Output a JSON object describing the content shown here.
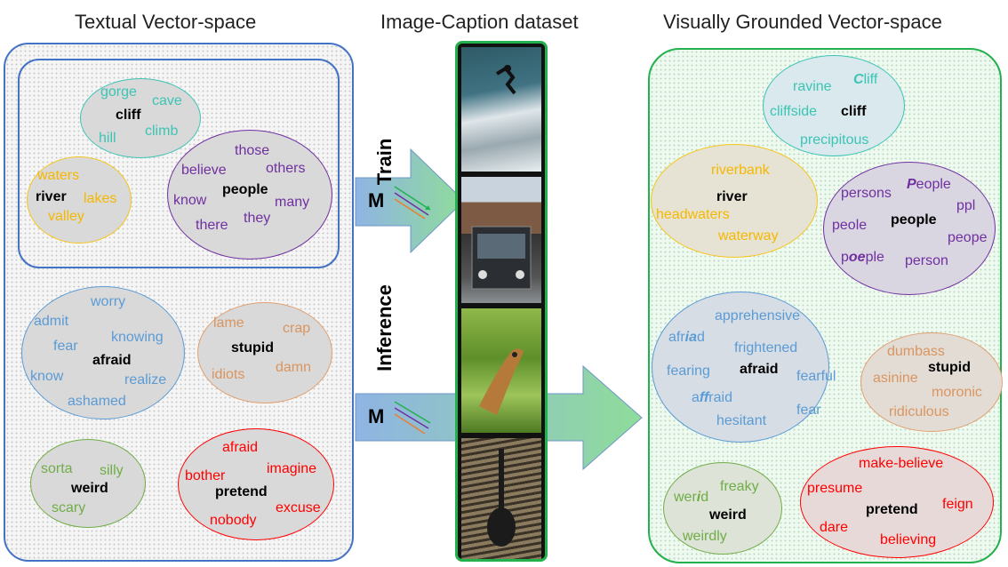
{
  "titles": {
    "left": "Textual Vector-space",
    "middle": "Image-Caption dataset",
    "right": "Visually Grounded Vector-space"
  },
  "arrows": {
    "train_label": "Train",
    "inference_label": "Inference",
    "model_label": "M"
  },
  "colors": {
    "blue_border": "#4472c4",
    "green_border": "#22b14c",
    "teal": "#3cc4b4",
    "orange": "#f5b800",
    "purple": "#7030a0",
    "blue": "#5b9bd5",
    "tan": "#d99560",
    "green": "#70ad47",
    "red": "#ff0000"
  },
  "textual": {
    "cliff": {
      "center": "cliff",
      "words": [
        "gorge",
        "cave",
        "hill",
        "climb"
      ]
    },
    "river": {
      "center": "river",
      "words": [
        "waters",
        "lakes",
        "valley"
      ]
    },
    "people": {
      "center": "people",
      "words": [
        "those",
        "believe",
        "others",
        "know",
        "many",
        "there",
        "they"
      ]
    },
    "afraid": {
      "center": "afraid",
      "words": [
        "worry",
        "admit",
        "fear",
        "knowing",
        "know",
        "realize",
        "ashamed"
      ]
    },
    "stupid": {
      "center": "stupid",
      "words": [
        "lame",
        "crap",
        "idiots",
        "damn"
      ]
    },
    "weird": {
      "center": "weird",
      "words": [
        "sorta",
        "silly",
        "scary"
      ]
    },
    "pretend": {
      "center": "pretend",
      "words": [
        "afraid",
        "bother",
        "imagine",
        "excuse",
        "nobody"
      ]
    }
  },
  "grounded": {
    "cliff": {
      "center": "cliff",
      "words": [
        "ravine",
        "cliffside",
        "precipitous"
      ],
      "cap_word": {
        "pre": "",
        "em": "C",
        "post": "liff"
      }
    },
    "river": {
      "center": "river",
      "words": [
        "riverbank",
        "headwaters",
        "waterway"
      ]
    },
    "people": {
      "center": "people",
      "words": [
        "persons",
        "ppl",
        "peole",
        "peope",
        "person"
      ],
      "cap_word": {
        "pre": "",
        "em": "P",
        "post": "eople"
      },
      "typo_word": {
        "pre": "p",
        "em": "oe",
        "post": "ple"
      }
    },
    "afraid": {
      "center": "afraid",
      "words": [
        "apprehensive",
        "frightened",
        "fearing",
        "fearful",
        "hesitant",
        "fear"
      ],
      "typo1": {
        "pre": "afr",
        "em": "ia",
        "post": "d"
      },
      "typo2": {
        "pre": "a",
        "em": "ff",
        "post": "raid"
      }
    },
    "stupid": {
      "center": "stupid",
      "words": [
        "dumbass",
        "asinine",
        "moronic",
        "ridiculous"
      ]
    },
    "weird": {
      "center": "weird",
      "words": [
        "freaky",
        "weirdly"
      ],
      "typo": {
        "pre": "wer",
        "em": "i",
        "post": "d"
      }
    },
    "pretend": {
      "center": "pretend",
      "words": [
        "make-believe",
        "presume",
        "feign",
        "dare",
        "believing"
      ]
    }
  }
}
